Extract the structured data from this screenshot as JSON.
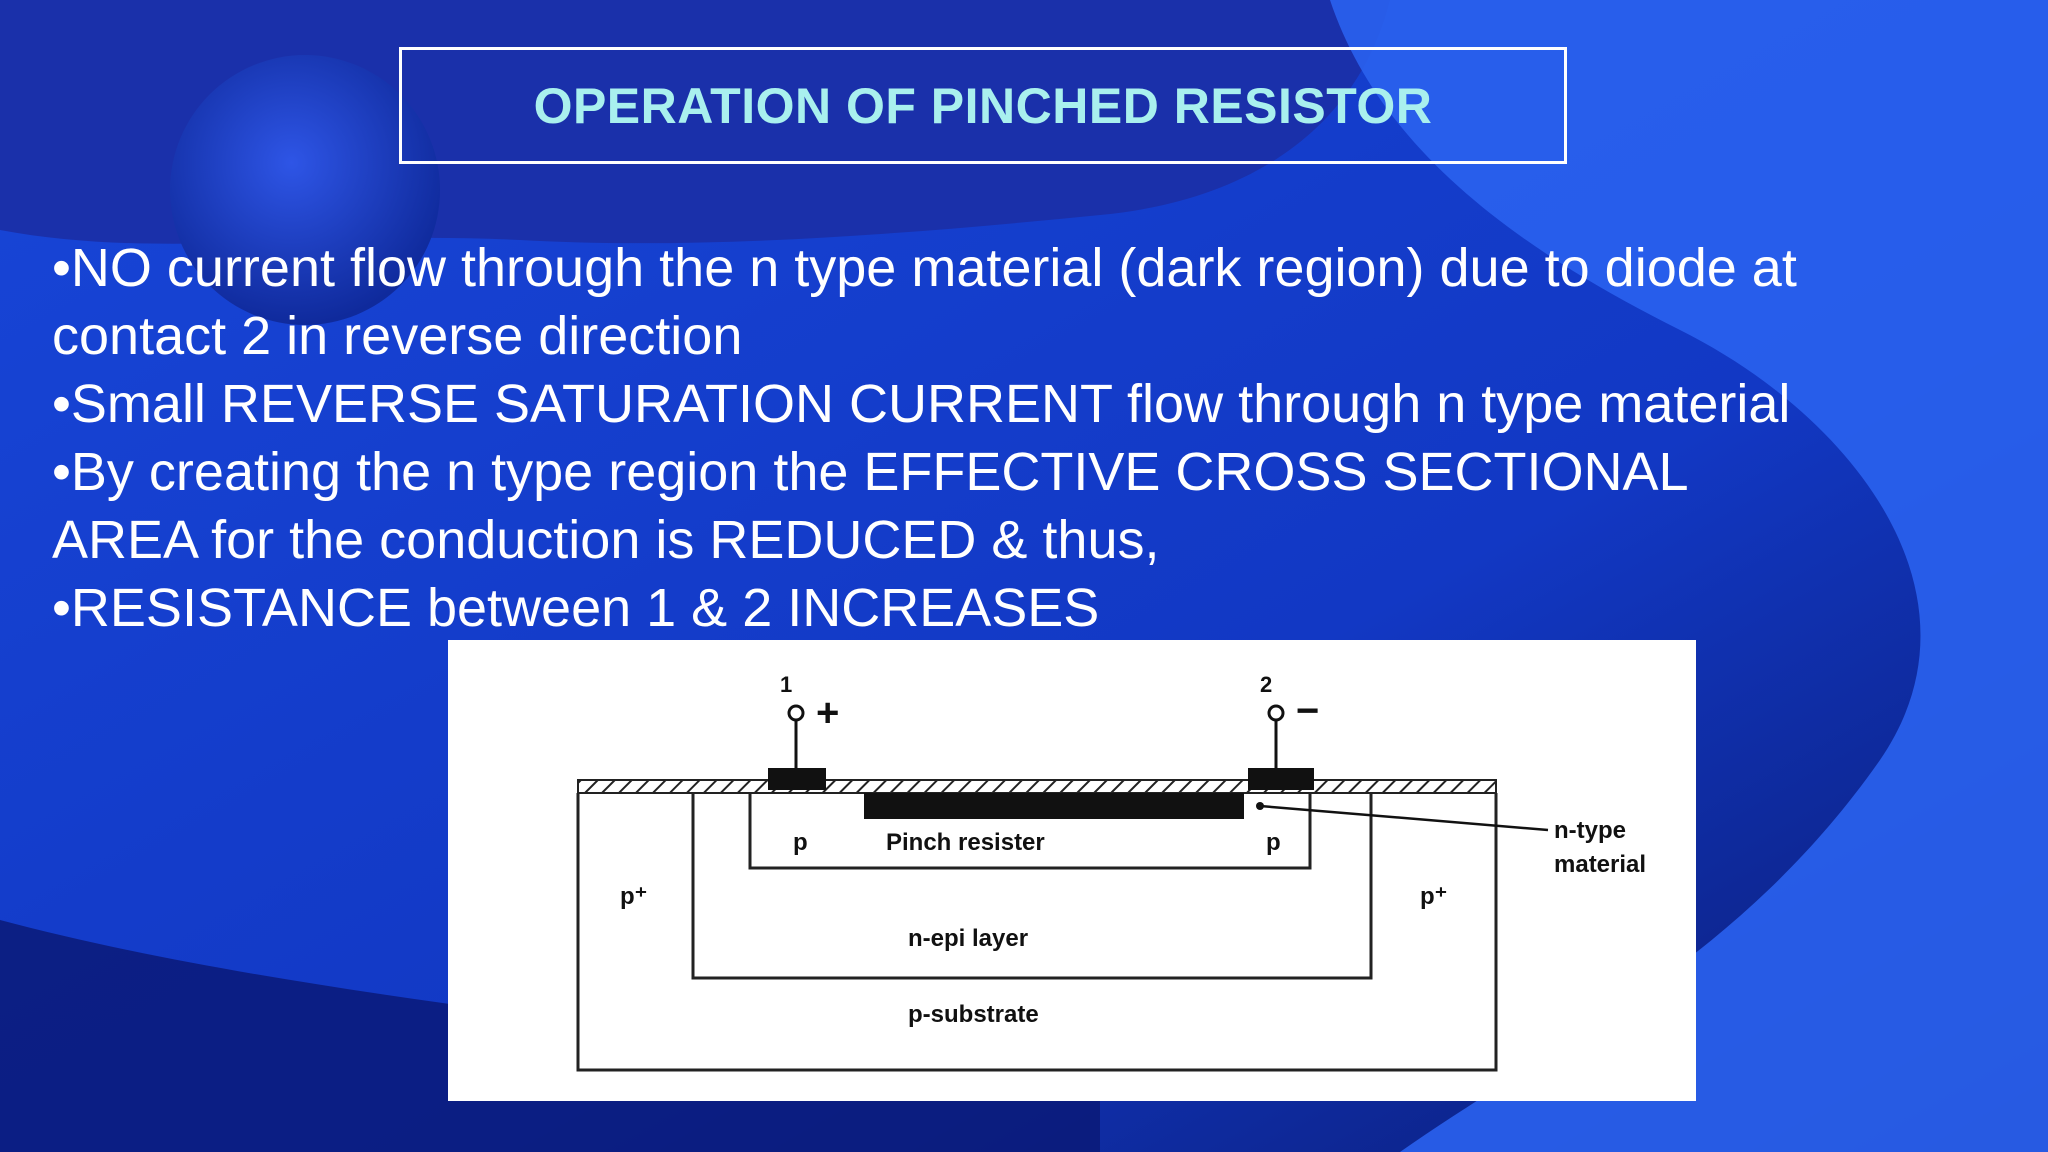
{
  "slide": {
    "title": "OPERATION OF PINCHED RESISTOR",
    "bullets": [
      "•NO current flow through the n type material (dark region) due to diode at",
      "contact 2 in reverse direction",
      "•Small REVERSE SATURATION CURRENT flow through n type material",
      "•By creating the n type region the EFFECTIVE CROSS SECTIONAL",
      "AREA for the conduction is REDUCED & thus,",
      "•RESISTANCE between 1 & 2 INCREASES"
    ]
  },
  "diagram": {
    "terminal_1": "1",
    "terminal_2": "2",
    "plus_sign": "+",
    "minus_sign": "−",
    "p_left": "p",
    "p_right": "p",
    "pinch_resistor": "Pinch resister",
    "p_plus_left": "p⁺",
    "p_plus_right": "p⁺",
    "n_epi": "n-epi layer",
    "p_substrate": "p-substrate",
    "n_type_line1": "n-type",
    "n_type_line2": "material"
  },
  "colors": {
    "background": "#0f1f8a",
    "title_text": "#a9f0ee",
    "body_text": "#ffffff"
  }
}
